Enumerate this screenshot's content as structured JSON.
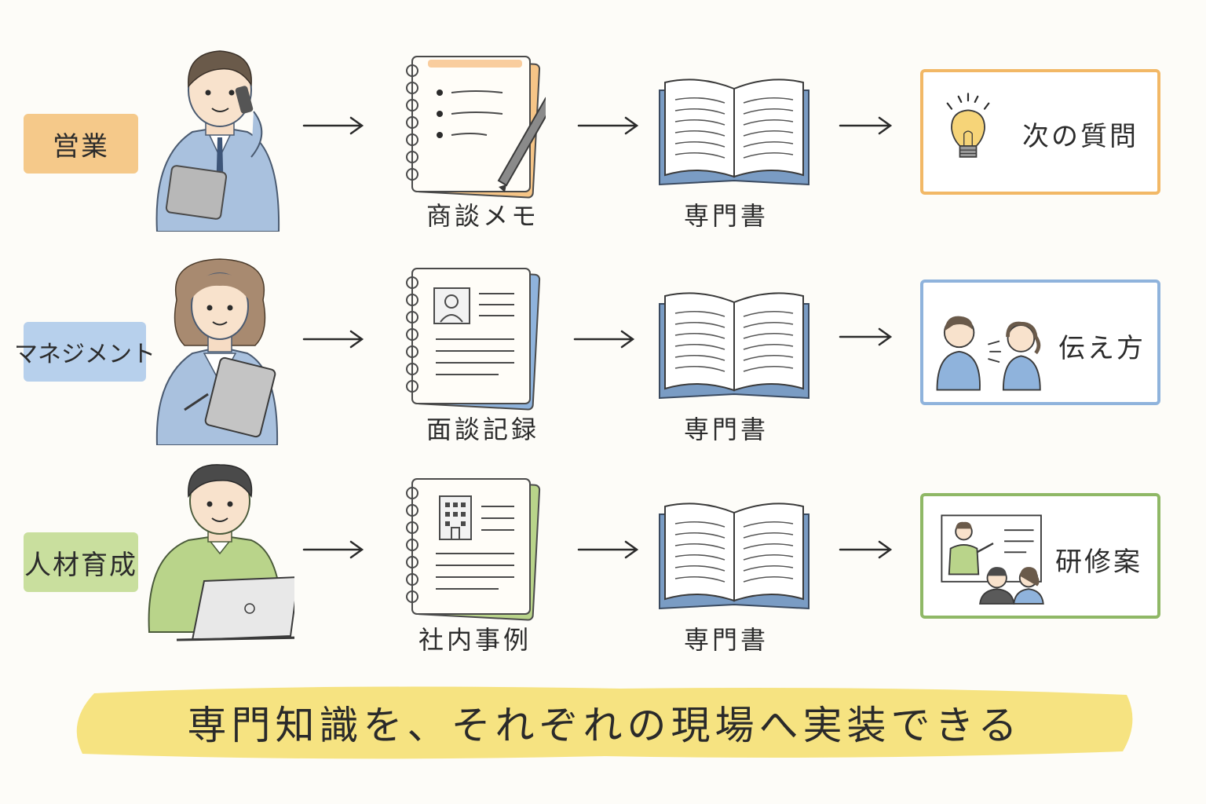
{
  "rows": [
    {
      "role": "営業",
      "role_color": "#f5c98a",
      "input": "商談メモ",
      "reference": "専門書",
      "result": "次の質問",
      "result_icon": "lightbulb-icon",
      "person_color": "#a9c1de"
    },
    {
      "role": "マネジメント",
      "role_color": "#b7d0ec",
      "input": "面談記録",
      "reference": "専門書",
      "result": "伝え方",
      "result_icon": "conversation-icon",
      "person_color": "#a9c1de"
    },
    {
      "role": "人材育成",
      "role_color": "#c9df9e",
      "input": "社内事例",
      "reference": "専門書",
      "result": "研修案",
      "result_icon": "training-icon",
      "person_color": "#b9d48a"
    }
  ],
  "banner": {
    "text": "専門知識を、それぞれの現場へ実装できる",
    "color": "#f6e27a"
  }
}
